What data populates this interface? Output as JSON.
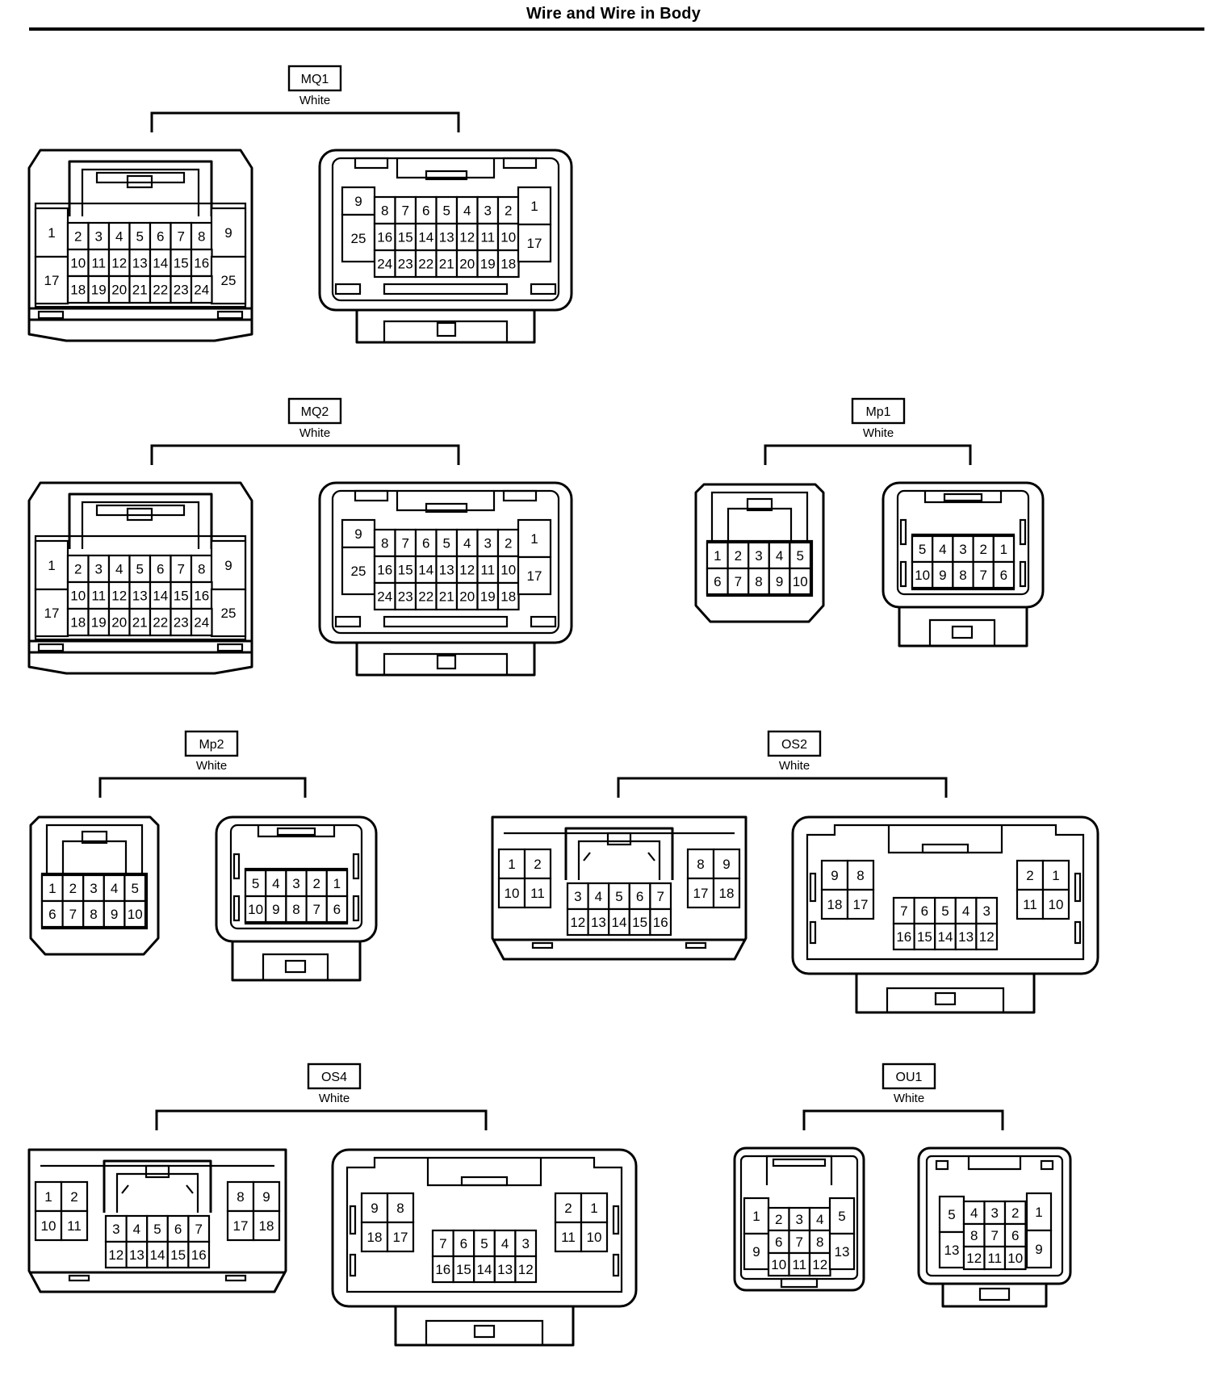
{
  "title": "Wire and Wire in Body",
  "connectors": [
    {
      "code": "MQ1",
      "color": "White",
      "left": {
        "kind": "m25",
        "rows": [
          [
            "1",
            "2",
            "3",
            "4",
            "5",
            "6",
            "7",
            "8",
            "9"
          ],
          [
            "17",
            "10",
            "11",
            "12",
            "13",
            "14",
            "15",
            "16",
            "25"
          ],
          [
            "18",
            "19",
            "20",
            "21",
            "22",
            "23",
            "24"
          ]
        ]
      },
      "right": {
        "kind": "f25",
        "rows": [
          [
            "9",
            "8",
            "7",
            "6",
            "5",
            "4",
            "3",
            "2",
            "1"
          ],
          [
            "25",
            "16",
            "15",
            "14",
            "13",
            "12",
            "11",
            "10",
            "17"
          ],
          [
            "24",
            "23",
            "22",
            "21",
            "20",
            "19",
            "18"
          ]
        ]
      }
    },
    {
      "code": "MQ2",
      "color": "White",
      "left": {
        "kind": "m25",
        "rows": [
          [
            "1",
            "2",
            "3",
            "4",
            "5",
            "6",
            "7",
            "8",
            "9"
          ],
          [
            "17",
            "10",
            "11",
            "12",
            "13",
            "14",
            "15",
            "16",
            "25"
          ],
          [
            "18",
            "19",
            "20",
            "21",
            "22",
            "23",
            "24"
          ]
        ]
      },
      "right": {
        "kind": "f25",
        "rows": [
          [
            "9",
            "8",
            "7",
            "6",
            "5",
            "4",
            "3",
            "2",
            "1"
          ],
          [
            "25",
            "16",
            "15",
            "14",
            "13",
            "12",
            "11",
            "10",
            "17"
          ],
          [
            "24",
            "23",
            "22",
            "21",
            "20",
            "19",
            "18"
          ]
        ]
      }
    },
    {
      "code": "Mp1",
      "color": "White",
      "left": {
        "kind": "m10",
        "rows": [
          [
            "1",
            "2",
            "3",
            "4",
            "5"
          ],
          [
            "6",
            "7",
            "8",
            "9",
            "10"
          ]
        ]
      },
      "right": {
        "kind": "f10",
        "rows": [
          [
            "5",
            "4",
            "3",
            "2",
            "1"
          ],
          [
            "10",
            "9",
            "8",
            "7",
            "6"
          ]
        ]
      }
    },
    {
      "code": "Mp2",
      "color": "White",
      "left": {
        "kind": "m10",
        "rows": [
          [
            "1",
            "2",
            "3",
            "4",
            "5"
          ],
          [
            "6",
            "7",
            "8",
            "9",
            "10"
          ]
        ]
      },
      "right": {
        "kind": "f10",
        "rows": [
          [
            "5",
            "4",
            "3",
            "2",
            "1"
          ],
          [
            "10",
            "9",
            "8",
            "7",
            "6"
          ]
        ]
      }
    },
    {
      "code": "OS2",
      "color": "White",
      "left": {
        "kind": "m18",
        "side1": [
          [
            "1",
            "2"
          ],
          [
            "10",
            "11"
          ]
        ],
        "center": [
          [
            "3",
            "4",
            "5",
            "6",
            "7"
          ],
          [
            "12",
            "13",
            "14",
            "15",
            "16"
          ]
        ],
        "side2": [
          [
            "8",
            "9"
          ],
          [
            "17",
            "18"
          ]
        ]
      },
      "right": {
        "kind": "f18",
        "side1": [
          [
            "9",
            "8"
          ],
          [
            "18",
            "17"
          ]
        ],
        "center": [
          [
            "7",
            "6",
            "5",
            "4",
            "3"
          ],
          [
            "16",
            "15",
            "14",
            "13",
            "12"
          ]
        ],
        "side2": [
          [
            "2",
            "1"
          ],
          [
            "11",
            "10"
          ]
        ]
      }
    },
    {
      "code": "OS4",
      "color": "White",
      "left": {
        "kind": "m18",
        "side1": [
          [
            "1",
            "2"
          ],
          [
            "10",
            "11"
          ]
        ],
        "center": [
          [
            "3",
            "4",
            "5",
            "6",
            "7"
          ],
          [
            "12",
            "13",
            "14",
            "15",
            "16"
          ]
        ],
        "side2": [
          [
            "8",
            "9"
          ],
          [
            "17",
            "18"
          ]
        ]
      },
      "right": {
        "kind": "f18",
        "side1": [
          [
            "9",
            "8"
          ],
          [
            "18",
            "17"
          ]
        ],
        "center": [
          [
            "7",
            "6",
            "5",
            "4",
            "3"
          ],
          [
            "16",
            "15",
            "14",
            "13",
            "12"
          ]
        ],
        "side2": [
          [
            "2",
            "1"
          ],
          [
            "11",
            "10"
          ]
        ]
      }
    },
    {
      "code": "OU1",
      "color": "White",
      "left": {
        "kind": "m13",
        "side1": [
          "1",
          "9"
        ],
        "center": [
          [
            "2",
            "3",
            "4"
          ],
          [
            "6",
            "7",
            "8"
          ],
          [
            "10",
            "11",
            "12"
          ]
        ],
        "side2": [
          "5",
          "13"
        ]
      },
      "right": {
        "kind": "f13",
        "side1": [
          "5",
          "13"
        ],
        "center": [
          [
            "4",
            "3",
            "2"
          ],
          [
            "8",
            "7",
            "6"
          ],
          [
            "12",
            "11",
            "10"
          ]
        ],
        "side2": [
          "1",
          "9"
        ]
      }
    }
  ]
}
